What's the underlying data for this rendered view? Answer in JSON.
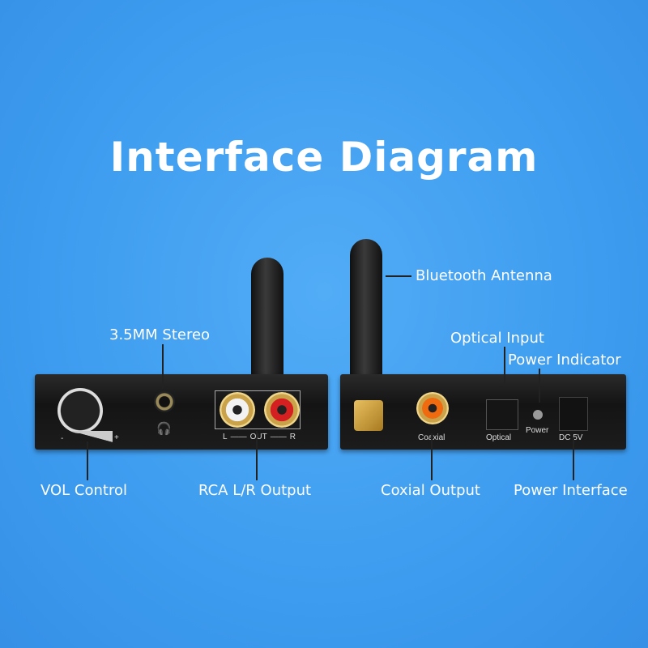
{
  "title": "Interface Diagram",
  "labels": {
    "bluetooth_antenna": "Bluetooth Antenna",
    "stereo": "3.5MM Stereo",
    "optical_input": "Optical Input",
    "power_indicator": "Power Indicator",
    "vol_control": "VOL Control",
    "rca_output": "RCA L/R Output",
    "coaxial_output": "Coxial Output",
    "power_interface": "Power Interface"
  },
  "device_print": {
    "rca_left": "L",
    "rca_out": "OUT",
    "rca_right": "R",
    "coaxial": "Coaxial",
    "optical": "Optical",
    "power": "Power",
    "dc": "DC 5V",
    "vol_minus": "-",
    "vol_plus": "+"
  },
  "colors": {
    "background": "#3d9cef",
    "device": "#1a1a1a",
    "rca_left": "#f2f2f2",
    "rca_right": "#d42020",
    "coaxial": "#f06a10"
  }
}
